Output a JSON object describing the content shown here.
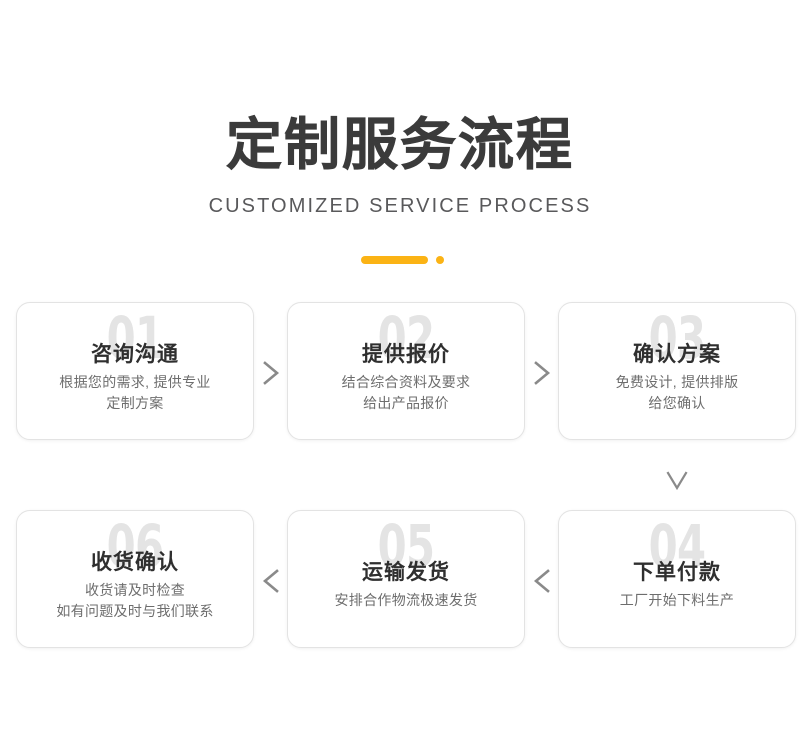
{
  "header": {
    "title": "定制服务流程",
    "subtitle": "CUSTOMIZED SERVICE PROCESS",
    "accent_color": "#fbb315"
  },
  "theme": {
    "title_color": "#3b3b3b",
    "subtitle_color": "#59595b",
    "card_border_color": "#e3e3e3",
    "watermark_color": "#e4e4e4",
    "card_title_color": "#2f2f2f",
    "card_desc_color": "#6d6d6d",
    "arrow_color": "#8a8a8a",
    "background": "#ffffff"
  },
  "flow": {
    "steps": [
      {
        "number": "01",
        "title": "咨询沟通",
        "desc_lines": [
          "根据您的需求, 提供专业",
          "定制方案"
        ]
      },
      {
        "number": "02",
        "title": "提供报价",
        "desc_lines": [
          "结合综合资料及要求",
          "给出产品报价"
        ]
      },
      {
        "number": "03",
        "title": "确认方案",
        "desc_lines": [
          "免费设计, 提供排版",
          "给您确认"
        ]
      },
      {
        "number": "04",
        "title": "下单付款",
        "desc_lines": [
          "工厂开始下料生产"
        ]
      },
      {
        "number": "05",
        "title": "运输发货",
        "desc_lines": [
          "安排合作物流极速发货"
        ]
      },
      {
        "number": "06",
        "title": "收货确认",
        "desc_lines": [
          "收货请及时检查",
          "如有问题及时与我们联系"
        ]
      }
    ],
    "connectors": [
      {
        "name": "chevron-right-step1-step2",
        "direction": "right",
        "glyph": ">"
      },
      {
        "name": "chevron-right-step2-step3",
        "direction": "right",
        "glyph": ">"
      },
      {
        "name": "chevron-down-step3-step4",
        "direction": "down",
        "glyph": "v"
      },
      {
        "name": "chevron-left-step5-step6",
        "direction": "left",
        "glyph": "<"
      },
      {
        "name": "chevron-left-step4-step5",
        "direction": "left",
        "glyph": "<"
      }
    ]
  }
}
